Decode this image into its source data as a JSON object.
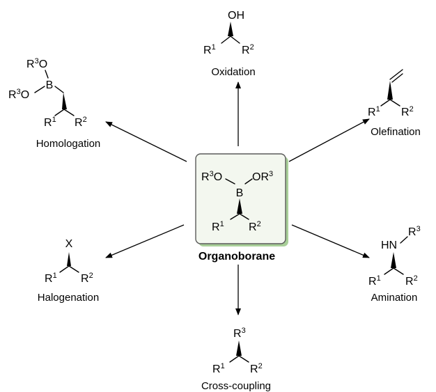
{
  "center": {
    "caption": "Organoborane",
    "box_fill": "#f3f7ef",
    "box_border": "#5a5a5a",
    "box_shadow": "#a9cf99",
    "atoms": {
      "r3o": "R",
      "r3o_sup": "3",
      "r3o_tail": "O",
      "or3": "OR",
      "or3_sup": "3",
      "b": "B",
      "r1": "R",
      "r1_sup": "1",
      "r2": "R",
      "r2_sup": "2"
    }
  },
  "oxidation": {
    "caption": "Oxidation",
    "atoms": {
      "oh": "OH",
      "r1": "R",
      "r1_sup": "1",
      "r2": "R",
      "r2_sup": "2"
    }
  },
  "homologation": {
    "caption": "Homologation",
    "atoms": {
      "r3o_top": "R",
      "r3o_top_sup": "3",
      "r3o_top_tail": "O",
      "r3o_left": "R",
      "r3o_left_sup": "3",
      "r3o_left_tail": "O",
      "b": "B",
      "r1": "R",
      "r1_sup": "1",
      "r2": "R",
      "r2_sup": "2"
    }
  },
  "olefination": {
    "caption": "Olefination",
    "atoms": {
      "r1": "R",
      "r1_sup": "1",
      "r2": "R",
      "r2_sup": "2"
    }
  },
  "halogenation": {
    "caption": "Halogenation",
    "atoms": {
      "x": "X",
      "r1": "R",
      "r1_sup": "1",
      "r2": "R",
      "r2_sup": "2"
    }
  },
  "amination": {
    "caption": "Amination",
    "atoms": {
      "hn": "HN",
      "r3": "R",
      "r3_sup": "3",
      "r1": "R",
      "r1_sup": "1",
      "r2": "R",
      "r2_sup": "2"
    }
  },
  "crosscoupling": {
    "caption": "Cross-coupling",
    "atoms": {
      "r3": "R",
      "r3_sup": "3",
      "r1": "R",
      "r1_sup": "1",
      "r2": "R",
      "r2_sup": "2"
    }
  }
}
